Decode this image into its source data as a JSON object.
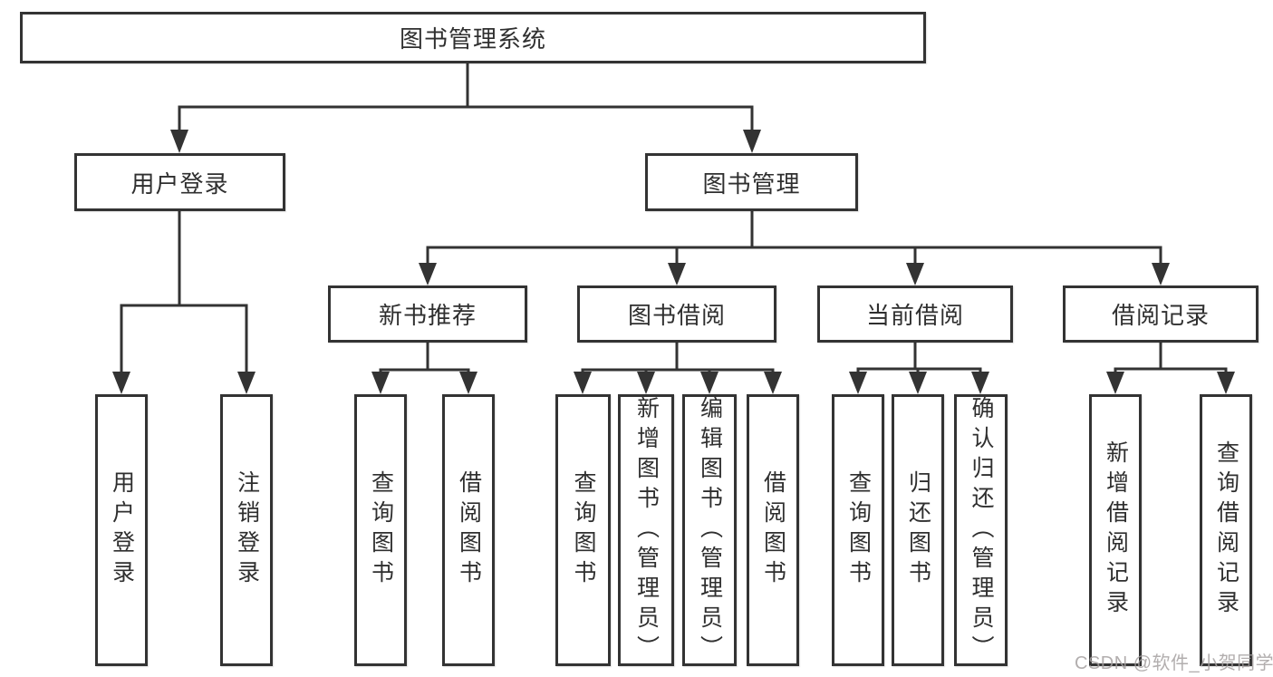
{
  "diagram_title": "图书管理系统",
  "tree": {
    "root": {
      "label": "图书管理系统"
    },
    "branches": [
      {
        "label": "用户登录",
        "children": [
          {
            "label": "用户登录"
          },
          {
            "label": "注销登录"
          }
        ]
      },
      {
        "label": "图书管理",
        "sections": [
          {
            "label": "新书推荐",
            "children": [
              {
                "label": "查询图书"
              },
              {
                "label": "借阅图书"
              }
            ]
          },
          {
            "label": "图书借阅",
            "children": [
              {
                "label": "查询图书"
              },
              {
                "label": "新增图书（管理员）"
              },
              {
                "label": "编辑图书（管理员）"
              },
              {
                "label": "借阅图书"
              }
            ]
          },
          {
            "label": "当前借阅",
            "children": [
              {
                "label": "查询图书"
              },
              {
                "label": "归还图书"
              },
              {
                "label": "确认归还（管理员）"
              }
            ]
          },
          {
            "label": "借阅记录",
            "children": [
              {
                "label": "新增借阅记录"
              },
              {
                "label": "查询借阅记录"
              }
            ]
          }
        ]
      }
    ]
  },
  "watermark": {
    "text": "CSDN @软件_小贺同学"
  },
  "colors": {
    "line": "#333333",
    "text": "#2f2f2f",
    "box_background": "#ffffff",
    "watermark": "#a5a0a0",
    "background": "#ffffff"
  }
}
